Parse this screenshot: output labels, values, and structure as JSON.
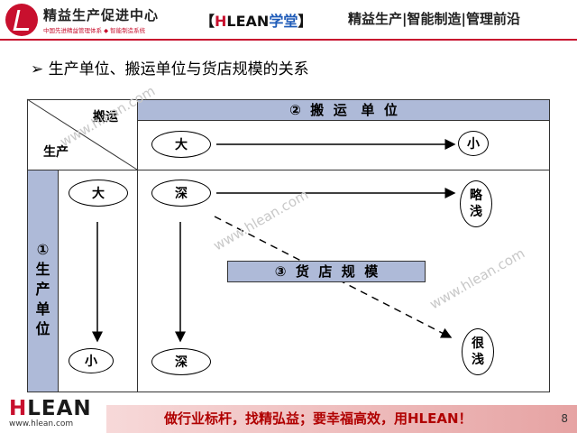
{
  "header": {
    "brand_name": "精益生产促进中心",
    "brand_subtitle": "中国先进精益管理体系 ◆ 智能制造系统",
    "center_bracket_open": "【",
    "center_h": "H",
    "center_lean": "LEAN",
    "center_xuetang": "学堂",
    "center_bracket_close": "】",
    "right_title": "精益生产|智能制造|管理前沿"
  },
  "heading": "➢ 生产单位、搬运单位与货店规模的关系",
  "diagram": {
    "corner_top_label": "搬运",
    "corner_bottom_label": "生产",
    "top_header": "②  搬  运   单  位",
    "side_header_chars": [
      "①",
      "生",
      "产",
      "单",
      "位"
    ],
    "top_left_node": "大",
    "top_right_node": "小",
    "left_top_node": "大",
    "left_bottom_node": "小",
    "center_top_node": "深",
    "center_bottom_node": "深",
    "right_top_node_chars": [
      "略",
      "浅"
    ],
    "right_bottom_node_chars": [
      "很",
      "浅"
    ],
    "middle_box": "③  货  店  规  模",
    "watermark": "www.hlean.com"
  },
  "footer": {
    "logo_h": "H",
    "logo_rest": "LEAN",
    "url": "www.hlean.com",
    "slogan": "做行业标杆，找精弘益；要幸福高效，用HLEAN！",
    "page_number": "8"
  }
}
